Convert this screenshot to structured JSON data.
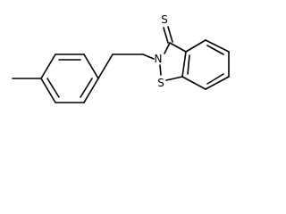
{
  "molecule": {
    "atom_labels": {
      "thione_sulfur": "S",
      "ring_nitrogen": "N",
      "ring_sulfur": "S"
    },
    "colors": {
      "bond": "#000000",
      "label": "#000000",
      "background": "#ffffff"
    }
  }
}
